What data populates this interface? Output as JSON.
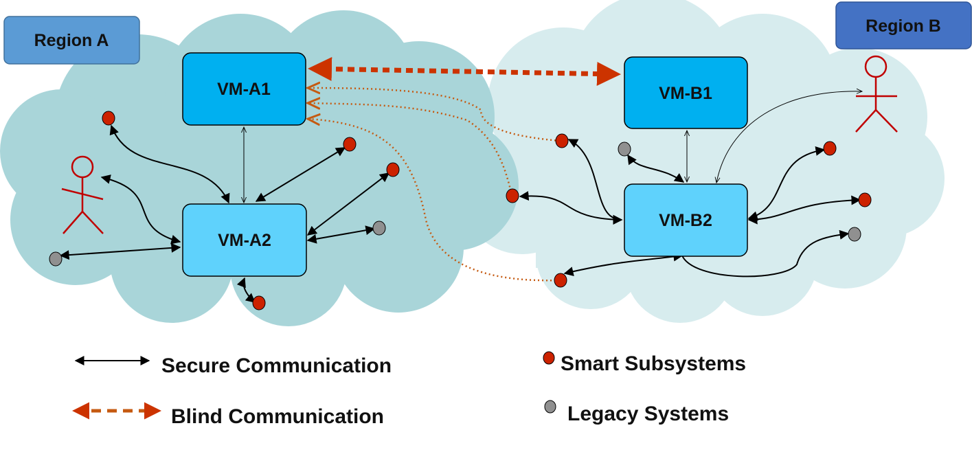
{
  "regions": {
    "a": {
      "label": "Region A",
      "cloud_color": "#a9d5d9",
      "tag_color": "#5b9bd5"
    },
    "b": {
      "label": "Region B",
      "cloud_color": "#d7ecee",
      "tag_color": "#4472c4"
    }
  },
  "vms": {
    "a1": {
      "label": "VM-A1",
      "color": "#00b0f0"
    },
    "a2": {
      "label": "VM-A2",
      "color": "#5fd2fc"
    },
    "b1": {
      "label": "VM-B1",
      "color": "#00b0f0"
    },
    "b2": {
      "label": "VM-B2",
      "color": "#5fd2fc"
    }
  },
  "colors": {
    "smart_subsystem": "#cc2200",
    "legacy_system": "#909090",
    "secure_link": "#000000",
    "blind_link": "#c55a11",
    "person": "#c00000"
  },
  "legend": {
    "secure": "Secure Communication",
    "blind": "Blind Communication",
    "smart": "Smart Subsystems",
    "legacy": "Legacy Systems"
  },
  "icons": {
    "person": "person-icon",
    "smart": "red-dot-icon",
    "legacy": "gray-dot-icon"
  }
}
